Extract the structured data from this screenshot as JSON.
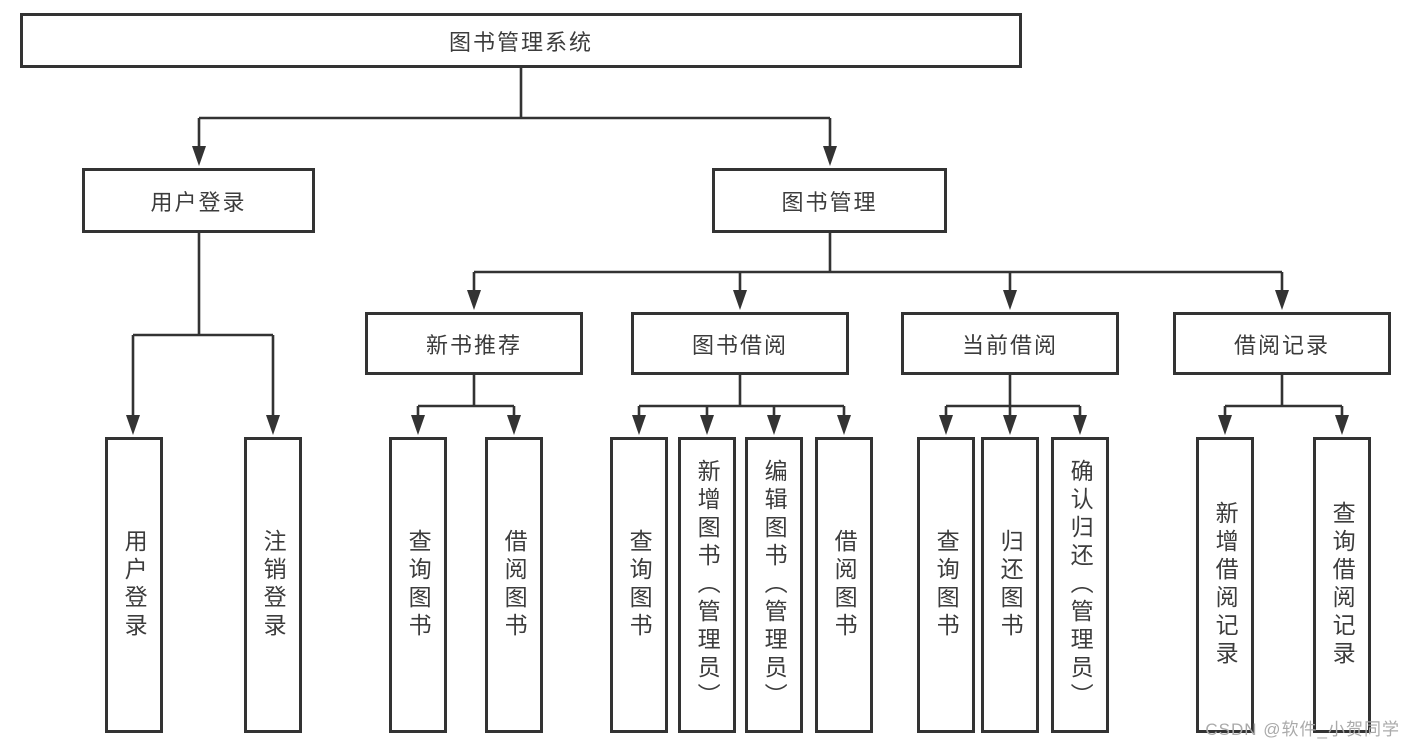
{
  "diagram": {
    "title": "图书管理系统",
    "branches": [
      {
        "label": "用户登录",
        "children": [
          "用户登录",
          "注销登录"
        ]
      },
      {
        "label": "图书管理",
        "sections": [
          {
            "label": "新书推荐",
            "children": [
              "查询图书",
              "借阅图书"
            ]
          },
          {
            "label": "图书借阅",
            "children": [
              "查询图书",
              "新增图书（管理员）",
              "编辑图书（管理员）",
              "借阅图书"
            ]
          },
          {
            "label": "当前借阅",
            "children": [
              "查询图书",
              "归还图书",
              "确认归还（管理员）"
            ]
          },
          {
            "label": "借阅记录",
            "children": [
              "新增借阅记录",
              "查询借阅记录"
            ]
          }
        ]
      }
    ]
  },
  "watermark": {
    "text": "CSDN @软件_小贺同学"
  },
  "colors": {
    "line": "#333333",
    "text": "#3c3c3c",
    "watermark": "#aaaaaa",
    "background": "#ffffff"
  }
}
